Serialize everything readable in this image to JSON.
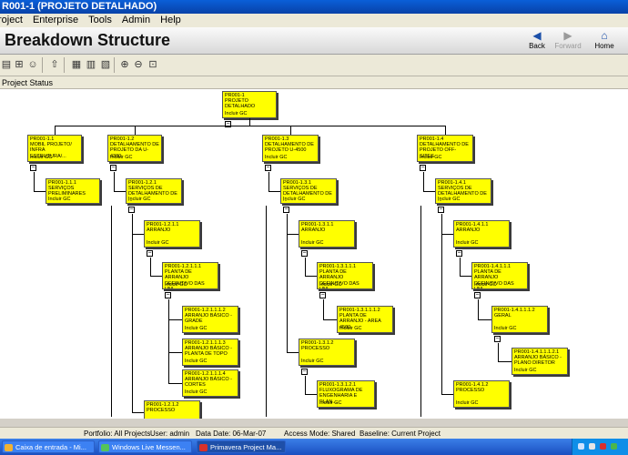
{
  "window": {
    "title": "R001-1 (PROJETO DETALHADO)"
  },
  "menu": [
    "roject",
    "Enterprise",
    "Tools",
    "Admin",
    "Help"
  ],
  "header": {
    "title": "Breakdown Structure",
    "back_label": "Back",
    "forward_label": "Forward",
    "home_label": "Home"
  },
  "toolbar": {
    "icons": [
      "tree-view-icon",
      "org-chart-icon",
      "people-icon",
      "move-up-icon",
      "print-icon",
      "columns-icon",
      "table-icon",
      "zoom-in-icon",
      "zoom-out-icon",
      "zoom-fit-icon"
    ]
  },
  "status_label": "Project Status",
  "wbs": {
    "root": {
      "code": "PR001-1",
      "name": "PROJETO DETALHADO",
      "resp": "Incluir GC"
    },
    "nodes": [
      {
        "code": "PR001-1.1",
        "name": "MOBIL PROJETO/ INFRA ESTRUTURA/...",
        "resp": "Incluir GC"
      },
      {
        "code": "PR001-1.1.1",
        "name": "SERVIÇOS PRELIMINARES",
        "resp": "Incluir GC"
      },
      {
        "code": "PR001-1.2",
        "name": "DETALHAMENTO DE PROJETO DA U-4300",
        "resp": "Incluir GC"
      },
      {
        "code": "PR001-1.2.1",
        "name": "SERVIÇOS DE DETALHAMENTO DE ...",
        "resp": "Incluir GC"
      },
      {
        "code": "PR001-1.2.1.1",
        "name": "ARRANJO",
        "resp": "Incluir GC"
      },
      {
        "code": "PR001-1.2.1.1.1",
        "name": "PLANTA DE ARRANJO DEFINITIVO DAS UNI...",
        "resp": "Incluir GC"
      },
      {
        "code": "PR001-1.2.1.1.1.2",
        "name": "ARRANJO BÁSICO - GRADE",
        "resp": "Incluir GC"
      },
      {
        "code": "PR001-1.2.1.1.1.3",
        "name": "ARRANJO BÁSICO - PLANTA DE TOPO",
        "resp": "Incluir GC"
      },
      {
        "code": "PR001-1.2.1.1.1.4",
        "name": "ARRANJO BÁSICO - CORTES",
        "resp": "Incluir GC"
      },
      {
        "code": "PR001-1.2.1.2",
        "name": "PROCESSO",
        "resp": ""
      },
      {
        "code": "PR001-1.3",
        "name": "DETALHAMENTO DE PROJETO U-4500",
        "resp": "Incluir GC"
      },
      {
        "code": "PR001-1.3.1",
        "name": "SERVIÇOS DE DETALHAMENTO DE ...",
        "resp": "Incluir GC"
      },
      {
        "code": "PR001-1.3.1.1",
        "name": "ARRANJO",
        "resp": "Incluir GC"
      },
      {
        "code": "PR001-1.3.1.1.1",
        "name": "PLANTA DE ARRANJO DEFINITIVO DAS UNI...",
        "resp": "Incluir GC"
      },
      {
        "code": "PR001-1.3.1.1.1.2",
        "name": "PLANTA DE ARRANJO - AREA 4500",
        "resp": "Incluir GC"
      },
      {
        "code": "PR001-1.3.1.2",
        "name": "PROCESSO",
        "resp": "Incluir GC"
      },
      {
        "code": "PR001-1.3.1.2.1",
        "name": "FLUXOGRAMA DE ENGENHARIA E PLAN...",
        "resp": "Incluir GC"
      },
      {
        "code": "PR001-1.4",
        "name": "DETALHAMENTO DE PROJETO OFF-SITES",
        "resp": "Incluir GC"
      },
      {
        "code": "PR001-1.4.1",
        "name": "SERVIÇOS DE DETALHAMENTO DE ...",
        "resp": "Incluir GC"
      },
      {
        "code": "PR001-1.4.1.1",
        "name": "ARRANJO",
        "resp": "Incluir GC"
      },
      {
        "code": "PR001-1.4.1.1.1",
        "name": "PLANTA DE ARRANJO DEFINITIVO DAS UNI...",
        "resp": "Incluir GC"
      },
      {
        "code": "PR001-1.4.1.1.1.2",
        "name": "GERAL",
        "resp": "Incluir GC"
      },
      {
        "code": "PR001-1.4.1.1.1.2.1",
        "name": "ARRANJO BÁSICO - PLANO DIRETOR",
        "resp": "Incluir GC"
      },
      {
        "code": "PR001-1.4.1.2",
        "name": "PROCESSO",
        "resp": "Incluir GC"
      }
    ]
  },
  "statusbar": {
    "portfolio": "Portfolio: All Projects",
    "user": "User: admin",
    "data_date": "Data Date: 06-Mar-07",
    "access": "Access Mode: Shared",
    "baseline": "Baseline: Current Project"
  },
  "taskbar": {
    "tasks": [
      "Caixa de entrada - Mi...",
      "Windows Live Messen...",
      "Primavera Project Ma..."
    ]
  }
}
